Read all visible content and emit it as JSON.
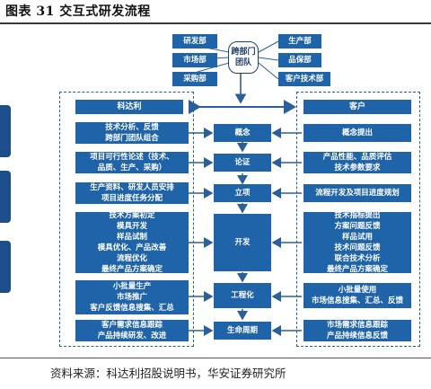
{
  "title": "图表 31 交互式研发流程",
  "source": "资料来源：科达利招股说明书，华安证券研究所",
  "team": "跨部门\n团队",
  "top_left": [
    "研发部",
    "市场部",
    "采购部"
  ],
  "top_right": [
    "生产部",
    "品保部",
    "客户技术部"
  ],
  "left_header": "科达利",
  "right_header": "客户",
  "rows": [
    {
      "left": "技术分析、反馈\n跨部门团队组合",
      "center": "概念",
      "right": "概念提出"
    },
    {
      "left": "项目可行性论述（技术、\n品质、生产、采购）",
      "center": "论证",
      "right": "产品性能、品质评估\n技术参数要求"
    },
    {
      "left": "生产资料、研发人员安排\n项目进度任务分配",
      "center": "立项",
      "right": "流程开发及项目进度规划"
    },
    {
      "left": "技术方案初定\n模具开发\n样品试制\n模具优化、产品改善\n流程优化\n最终产品方案确定",
      "center": "开发",
      "right": "技术指标提出\n方案问题反馈\n样品试用\n技术问题反馈\n联合技术分析\n最终产品方案确定"
    },
    {
      "left": "小批量生产\n市场推广\n客户反馈信息搜集、汇总",
      "center": "工程化",
      "right": "小批量使用\n市场信息搜集、汇总、反馈"
    },
    {
      "left": "客户需求信息跟踪\n产品持续研发、改进",
      "center": "生命周期",
      "right": "市场需求信息跟踪\n产品持续信息反馈"
    }
  ]
}
